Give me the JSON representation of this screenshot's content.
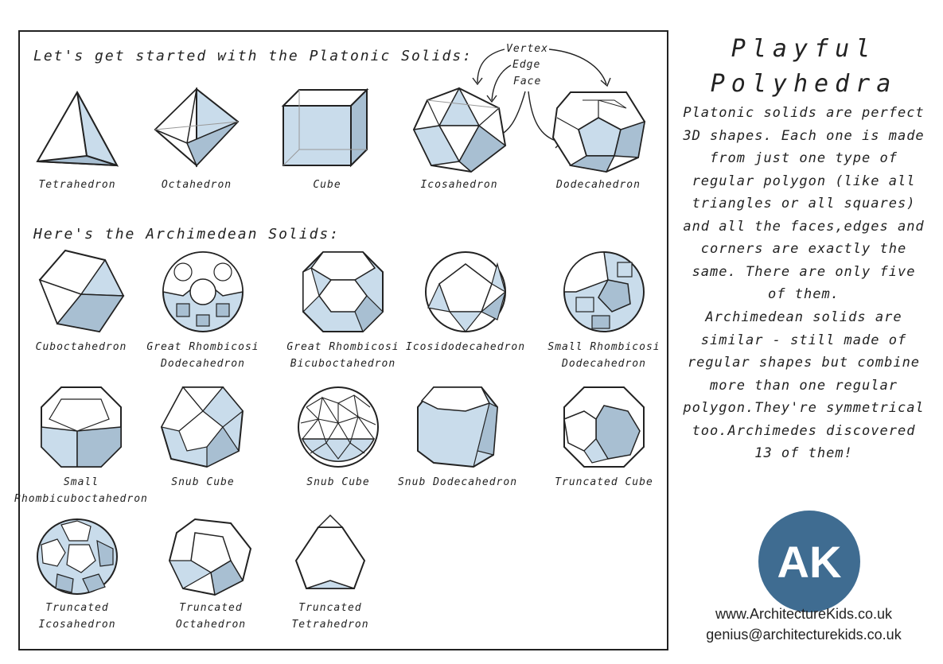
{
  "platonic_heading": "Let's get started with the Platonic Solids:",
  "archimedean_heading": "Here's the Archimedean Solids:",
  "callouts": {
    "vertex": "Vertex",
    "edge": "Edge",
    "face": "Face"
  },
  "platonic": [
    {
      "label": "Tetrahedron",
      "icon": "tetrahedron-icon"
    },
    {
      "label": "Octahedron",
      "icon": "octahedron-icon"
    },
    {
      "label": "Cube",
      "icon": "cube-icon"
    },
    {
      "label": "Icosahedron",
      "icon": "icosahedron-icon"
    },
    {
      "label": "Dodecahedron",
      "icon": "dodecahedron-icon"
    }
  ],
  "archimedean": [
    {
      "line1": "Cuboctahedron",
      "line2": ""
    },
    {
      "line1": "Great Rhombicosi",
      "line2": "Dodecahedron"
    },
    {
      "line1": "Great Rhombicosi",
      "line2": "Bicuboctahedron"
    },
    {
      "line1": "Icosidodecahedron",
      "line2": ""
    },
    {
      "line1": "Small Rhombicosi",
      "line2": "Dodecahedron"
    },
    {
      "line1": "Small",
      "line2": "Rhombicuboctahedron"
    },
    {
      "line1": "Snub Cube",
      "line2": ""
    },
    {
      "line1": "Snub Cube",
      "line2": ""
    },
    {
      "line1": "Snub Dodecahedron",
      "line2": ""
    },
    {
      "line1": "Truncated Cube",
      "line2": ""
    },
    {
      "line1": "Truncated",
      "line2": "Icosahedron"
    },
    {
      "line1": "Truncated",
      "line2": "Octahedron"
    },
    {
      "line1": "Truncated",
      "line2": "Tetrahedron"
    }
  ],
  "sidebar": {
    "title_line1": "Playful",
    "title_line2": "Polyhedra",
    "platonic_text": "Platonic solids are perfect 3D shapes. Each one is made from just one type of regular polygon (like all triangles or all squares) and all the faces,edges and corners are exactly the same. There are only five of them.",
    "archimedean_text": "Archimedean solids are similar - still made of regular shapes but combine more than one regular polygon.They're symmetrical too.Archimedes discovered 13 of them!",
    "logo": "AK",
    "website": "www.ArchitectureKids.co.uk",
    "email": "genius@architecturekids.co.uk"
  },
  "colors": {
    "face_fill": "#c9dceb",
    "face_dark": "#a8bfd2",
    "logo": "#3f6c91"
  }
}
